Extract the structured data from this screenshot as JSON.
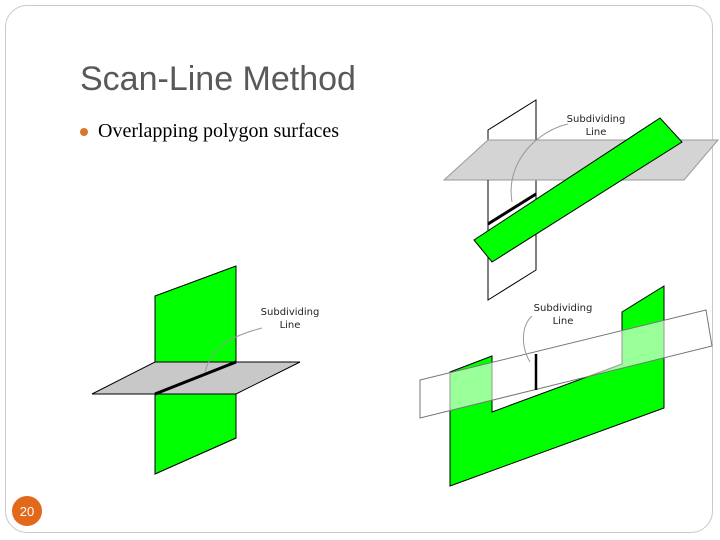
{
  "slide": {
    "title": "Scan-Line Method",
    "bullets": [
      "Overlapping polygon surfaces"
    ],
    "page_number": "20"
  },
  "diagrams": {
    "left": {
      "label_line1": "Subdividing",
      "label_line2": "Line"
    },
    "top_right": {
      "label_line1": "Subdividing",
      "label_line2": "Line"
    },
    "bottom_right": {
      "label_line1": "Subdividing",
      "label_line2": "Line"
    }
  },
  "colors": {
    "accent": "#e3691a",
    "polygon_green": "#00ff00",
    "plane_gray": "#c8c8c8",
    "frame_border": "#c9c9c9",
    "title_text": "#595959"
  }
}
